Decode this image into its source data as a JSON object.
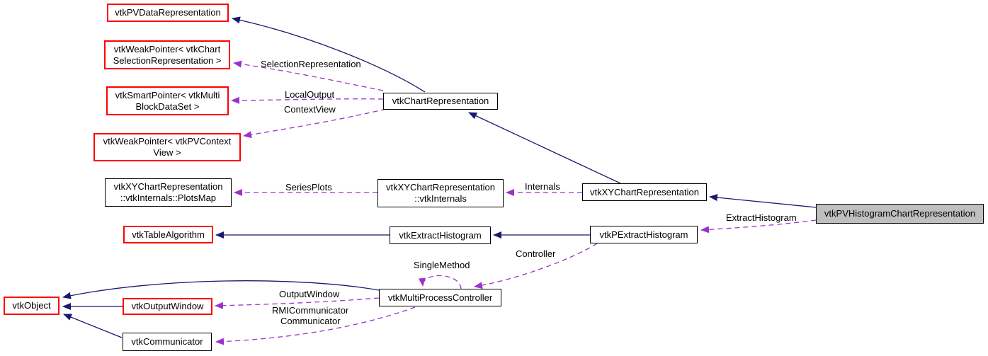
{
  "diagram": {
    "type": "class-collaboration-graph",
    "focus_node": "vtkPVHistogramChartRepresentation",
    "colors": {
      "inheritance_edge": "#191970",
      "usage_edge": "#9A32CD",
      "truncated_node_border": "#FF0000",
      "node_border": "#000000",
      "focus_node_fill": "#BFBFBF",
      "node_fill": "#FFFFFF",
      "background": "#FFFFFF"
    },
    "nodes": {
      "pv_data_representation": {
        "label": "vtkPVDataRepresentation"
      },
      "weak_pointer_chart_selection_representation": {
        "label": "vtkWeakPointer< vtkChart\nSelectionRepresentation >"
      },
      "smart_pointer_multi_block_data_set": {
        "label": "vtkSmartPointer< vtkMulti\nBlockDataSet >"
      },
      "weak_pointer_pv_context_view": {
        "label": "vtkWeakPointer< vtkPVContext\nView >"
      },
      "xy_internals_plots_map": {
        "label": "vtkXYChartRepresentation\n::vtkInternals::PlotsMap"
      },
      "chart_representation": {
        "label": "vtkChartRepresentation"
      },
      "xy_internals": {
        "label": "vtkXYChartRepresentation\n::vtkInternals"
      },
      "xy_chart_representation": {
        "label": "vtkXYChartRepresentation"
      },
      "pv_histogram_chart_representation": {
        "label": "vtkPVHistogramChartRepresentation"
      },
      "table_algorithm": {
        "label": "vtkTableAlgorithm"
      },
      "extract_histogram": {
        "label": "vtkExtractHistogram"
      },
      "p_extract_histogram": {
        "label": "vtkPExtractHistogram"
      },
      "multi_process_controller": {
        "label": "vtkMultiProcessController"
      },
      "object": {
        "label": "vtkObject"
      },
      "output_window": {
        "label": "vtkOutputWindow"
      },
      "communicator": {
        "label": "vtkCommunicator"
      }
    },
    "edge_labels": {
      "selection_representation": "SelectionRepresentation",
      "local_output": "LocalOutput",
      "context_view": "ContextView",
      "series_plots": "SeriesPlots",
      "internals": "Internals",
      "extract_histogram": "ExtractHistogram",
      "controller": "Controller",
      "single_method": "SingleMethod",
      "output_window": "OutputWindow",
      "rmi_communicator": "RMICommunicator",
      "communicator": "Communicator"
    }
  }
}
